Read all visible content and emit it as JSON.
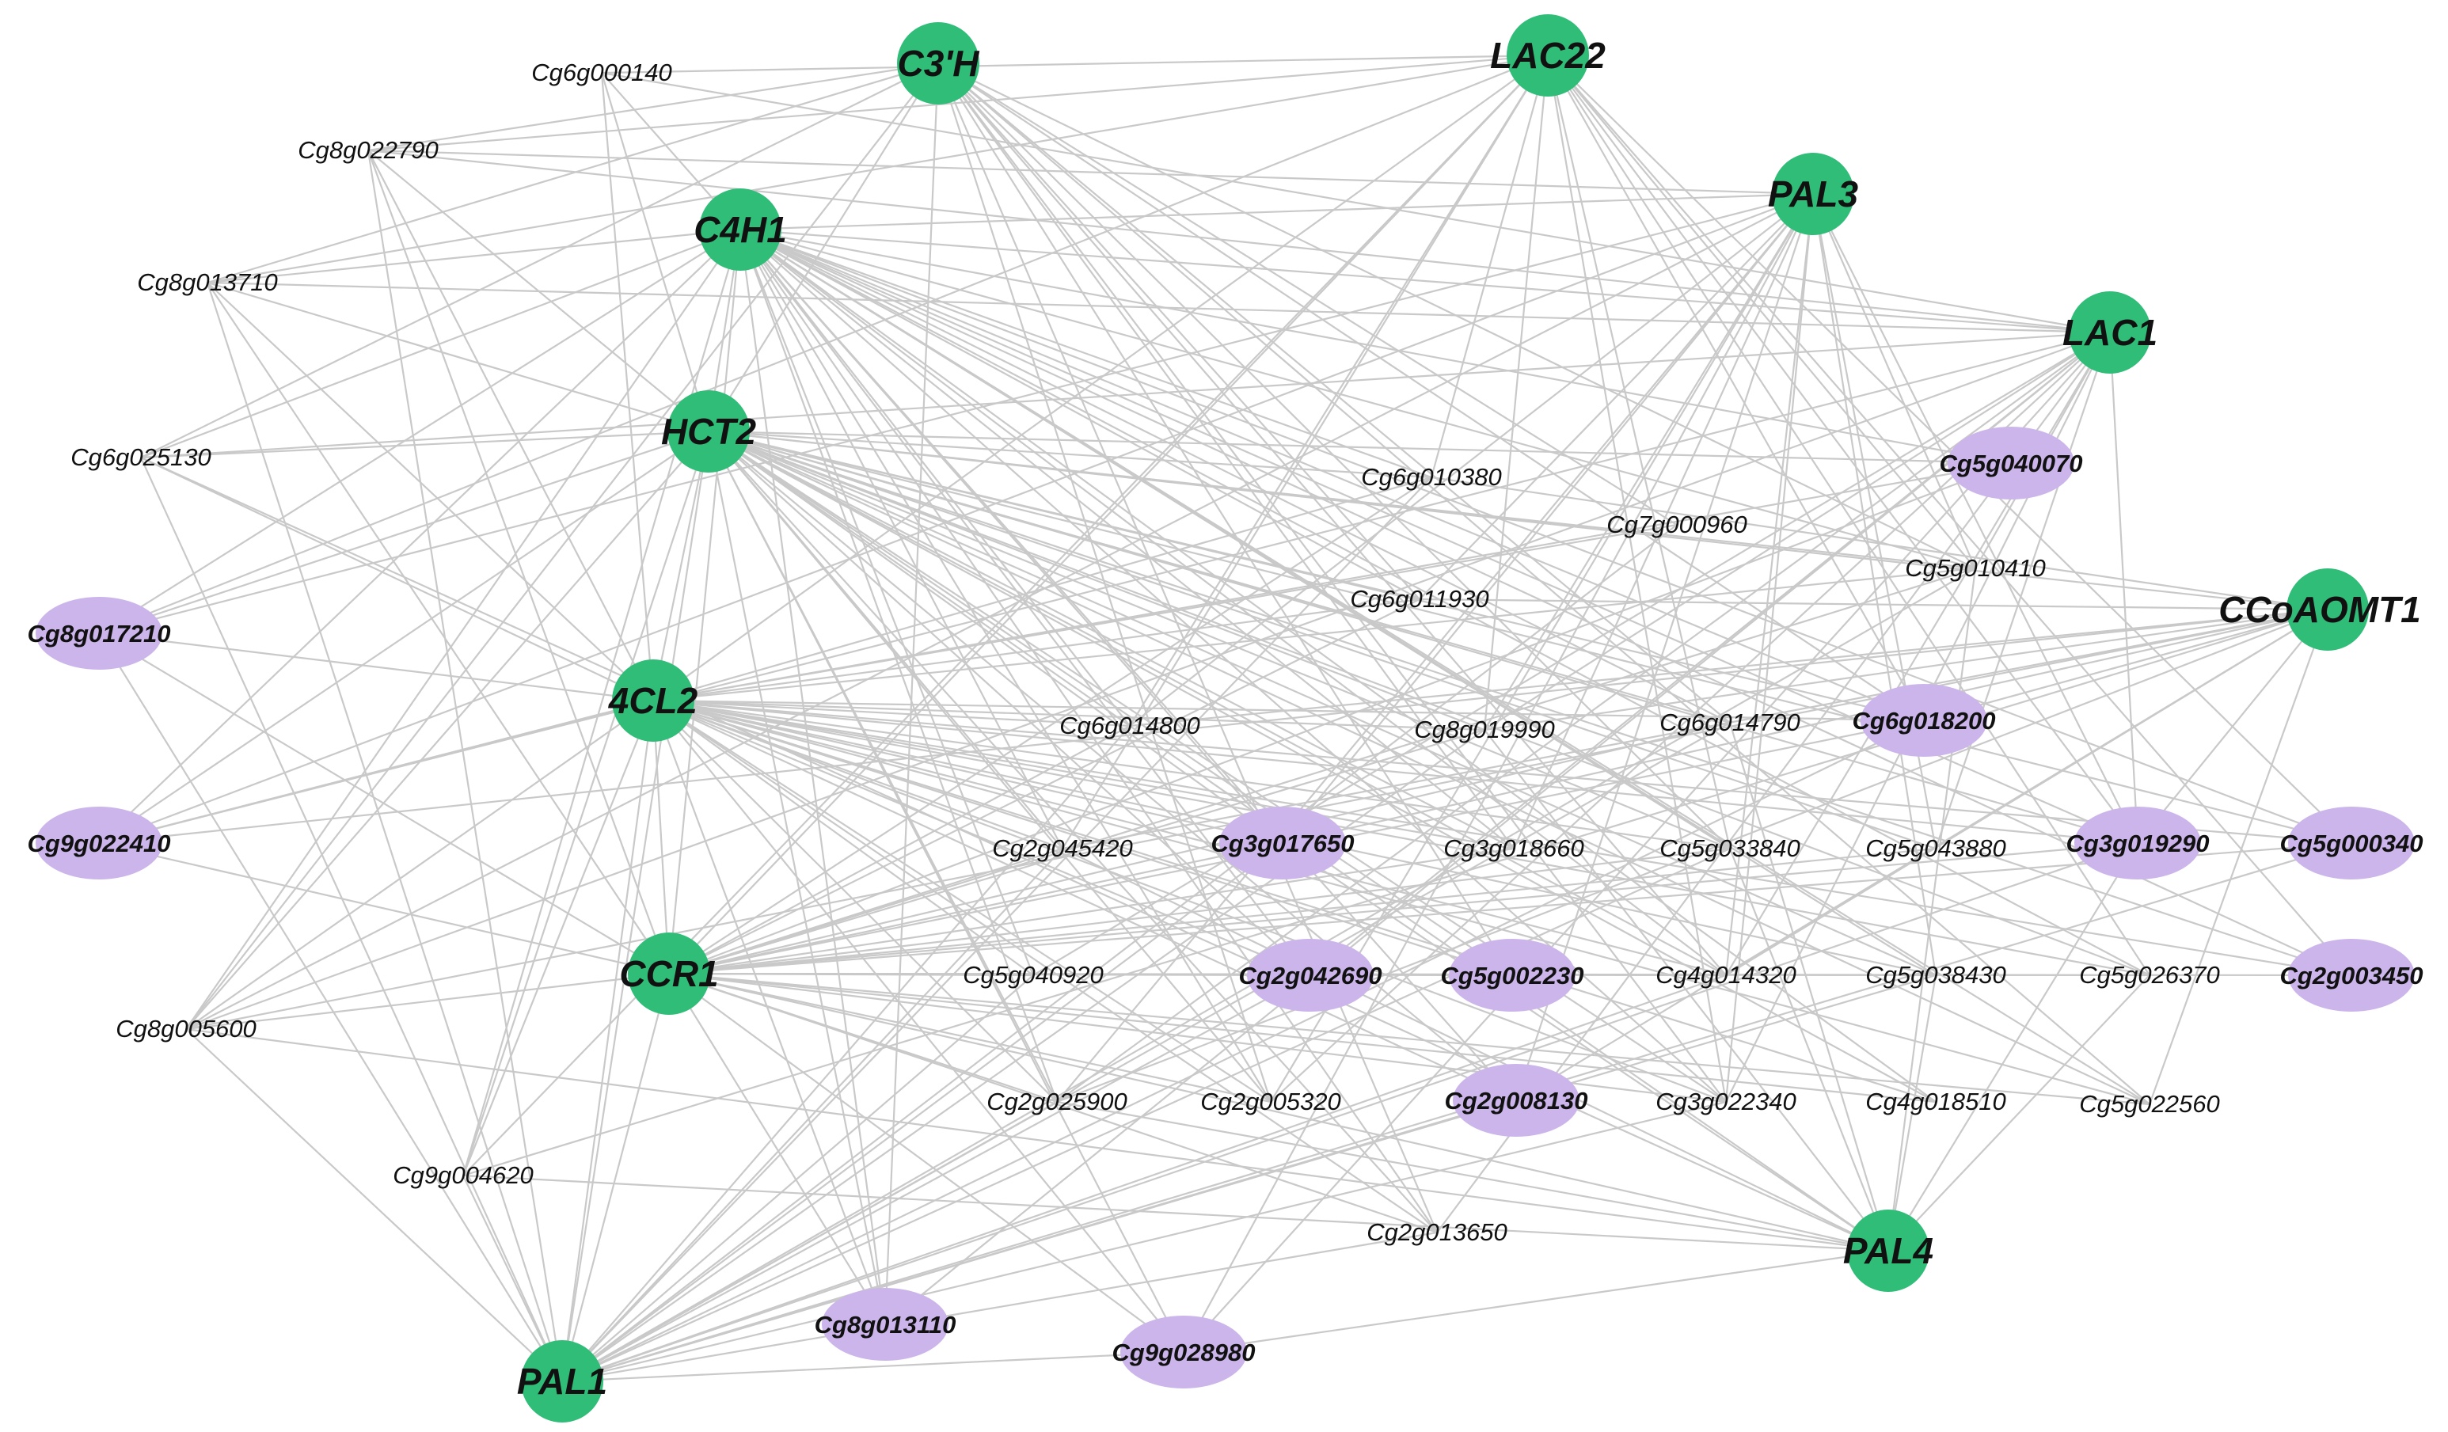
{
  "network": {
    "hubs": [
      {
        "id": "C3H",
        "label": "C3'H"
      },
      {
        "id": "LAC22",
        "label": "LAC22"
      },
      {
        "id": "PAL3",
        "label": "PAL3"
      },
      {
        "id": "C4H1",
        "label": "C4H1"
      },
      {
        "id": "LAC1",
        "label": "LAC1"
      },
      {
        "id": "HCT2",
        "label": "HCT2"
      },
      {
        "id": "CCoAOMT1",
        "label": "CCoAOMT1"
      },
      {
        "id": "4CL2",
        "label": "4CL2"
      },
      {
        "id": "CCR1",
        "label": "CCR1"
      },
      {
        "id": "PAL4",
        "label": "PAL4"
      },
      {
        "id": "PAL1",
        "label": "PAL1"
      }
    ],
    "highlighted_genes": [
      {
        "id": "Cg5g040070",
        "label": "Cg5g040070"
      },
      {
        "id": "Cg8g017210",
        "label": "Cg8g017210"
      },
      {
        "id": "Cg6g018200",
        "label": "Cg6g018200"
      },
      {
        "id": "Cg9g022410",
        "label": "Cg9g022410"
      },
      {
        "id": "Cg3g017650",
        "label": "Cg3g017650"
      },
      {
        "id": "Cg3g019290",
        "label": "Cg3g019290"
      },
      {
        "id": "Cg5g000340",
        "label": "Cg5g000340"
      },
      {
        "id": "Cg2g042690",
        "label": "Cg2g042690"
      },
      {
        "id": "Cg5g002230",
        "label": "Cg5g002230"
      },
      {
        "id": "Cg2g003450",
        "label": "Cg2g003450"
      },
      {
        "id": "Cg2g008130",
        "label": "Cg2g008130"
      },
      {
        "id": "Cg8g013110",
        "label": "Cg8g013110"
      },
      {
        "id": "Cg9g028980",
        "label": "Cg9g028980"
      }
    ],
    "genes": [
      {
        "id": "Cg6g000140",
        "label": "Cg6g000140"
      },
      {
        "id": "Cg8g022790",
        "label": "Cg8g022790"
      },
      {
        "id": "Cg8g013710",
        "label": "Cg8g013710"
      },
      {
        "id": "Cg6g025130",
        "label": "Cg6g025130"
      },
      {
        "id": "Cg6g010380",
        "label": "Cg6g010380"
      },
      {
        "id": "Cg7g000960",
        "label": "Cg7g000960"
      },
      {
        "id": "Cg5g010410",
        "label": "Cg5g010410"
      },
      {
        "id": "Cg6g011930",
        "label": "Cg6g011930"
      },
      {
        "id": "Cg6g014800",
        "label": "Cg6g014800"
      },
      {
        "id": "Cg8g019990",
        "label": "Cg8g019990"
      },
      {
        "id": "Cg6g014790",
        "label": "Cg6g014790"
      },
      {
        "id": "Cg2g045420",
        "label": "Cg2g045420"
      },
      {
        "id": "Cg3g018660",
        "label": "Cg3g018660"
      },
      {
        "id": "Cg5g033840",
        "label": "Cg5g033840"
      },
      {
        "id": "Cg5g043880",
        "label": "Cg5g043880"
      },
      {
        "id": "Cg5g040920",
        "label": "Cg5g040920"
      },
      {
        "id": "Cg4g014320",
        "label": "Cg4g014320"
      },
      {
        "id": "Cg5g038430",
        "label": "Cg5g038430"
      },
      {
        "id": "Cg5g026370",
        "label": "Cg5g026370"
      },
      {
        "id": "Cg8g005600",
        "label": "Cg8g005600"
      },
      {
        "id": "Cg2g025900",
        "label": "Cg2g025900"
      },
      {
        "id": "Cg2g005320",
        "label": "Cg2g005320"
      },
      {
        "id": "Cg3g022340",
        "label": "Cg3g022340"
      },
      {
        "id": "Cg4g018510",
        "label": "Cg4g018510"
      },
      {
        "id": "Cg5g022560",
        "label": "Cg5g022560"
      },
      {
        "id": "Cg9g004620",
        "label": "Cg9g004620"
      },
      {
        "id": "Cg2g013650",
        "label": "Cg2g013650"
      }
    ],
    "colors": {
      "hub_node": "#2fbd78",
      "highlighted_node": "#cbb5ea",
      "edge": "#c9c9c9",
      "label": "#111111"
    }
  }
}
